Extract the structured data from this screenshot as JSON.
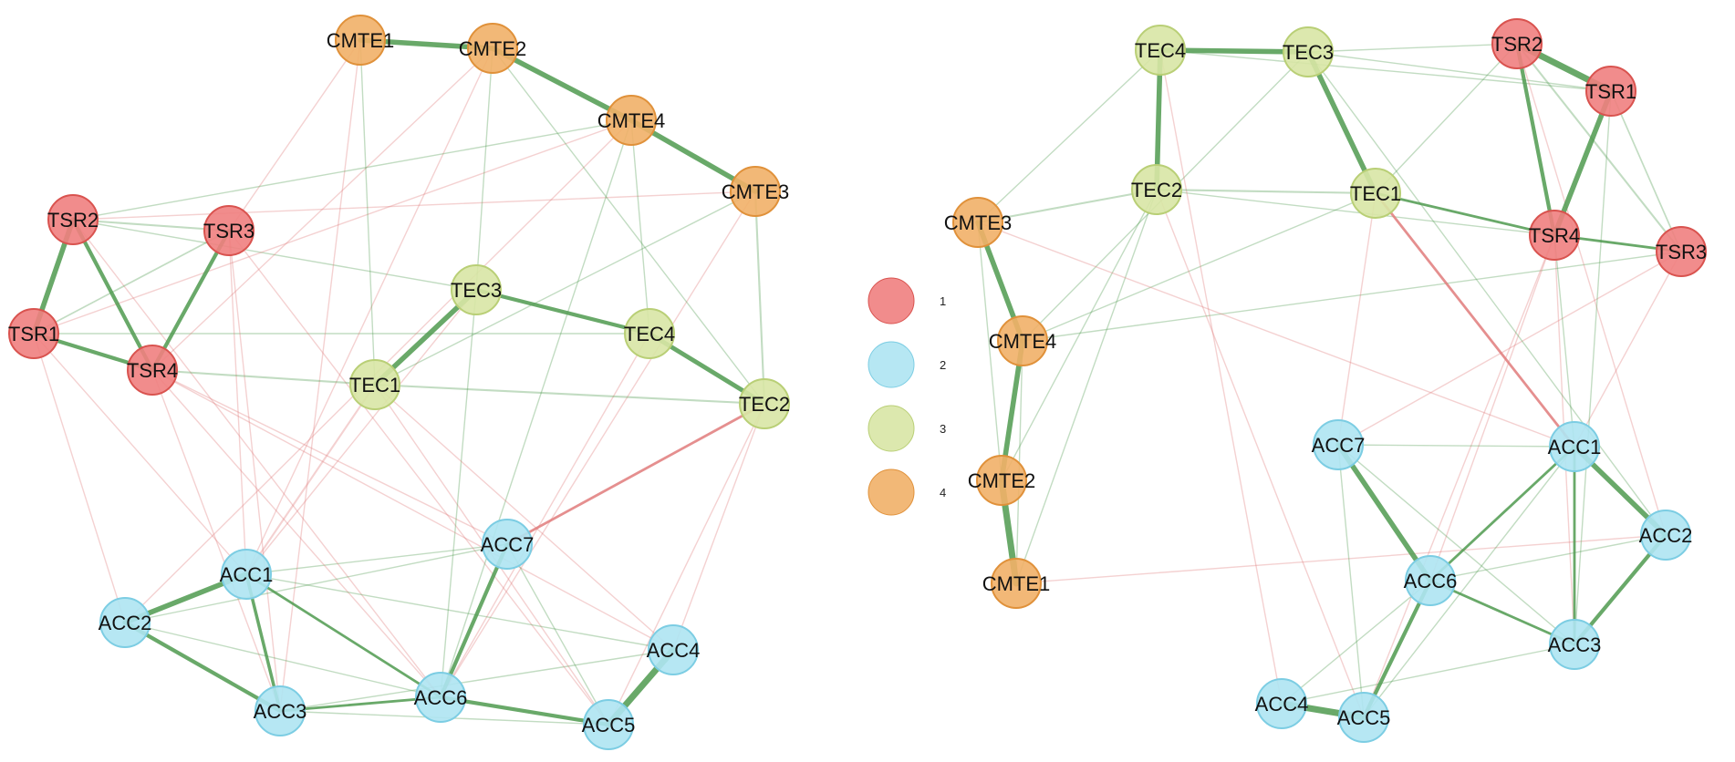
{
  "groups": [
    {
      "id": "1",
      "label": "1",
      "fill": "#f08080",
      "stroke": "#d9534f"
    },
    {
      "id": "2",
      "label": "2",
      "fill": "#aee4f2",
      "stroke": "#7ccde3"
    },
    {
      "id": "3",
      "label": "3",
      "fill": "#d8e6a5",
      "stroke": "#b9cf76"
    },
    {
      "id": "4",
      "label": "4",
      "fill": "#f1b068",
      "stroke": "#e0913a"
    }
  ],
  "colors": {
    "positive_edge": "#4f9a4f",
    "negative_edge": "#e07b7b"
  },
  "networks": [
    {
      "name": "left",
      "nodes": [
        {
          "id": "CMTE1",
          "label": "CMTE1",
          "group": "4"
        },
        {
          "id": "CMTE2",
          "label": "CMTE2",
          "group": "4"
        },
        {
          "id": "CMTE4",
          "label": "CMTE4",
          "group": "4"
        },
        {
          "id": "CMTE3",
          "label": "CMTE3",
          "group": "4"
        },
        {
          "id": "TSR2",
          "label": "TSR2",
          "group": "1"
        },
        {
          "id": "TSR3",
          "label": "TSR3",
          "group": "1"
        },
        {
          "id": "TSR1",
          "label": "TSR1",
          "group": "1"
        },
        {
          "id": "TSR4",
          "label": "TSR4",
          "group": "1"
        },
        {
          "id": "TEC3",
          "label": "TEC3",
          "group": "3"
        },
        {
          "id": "TEC4",
          "label": "TEC4",
          "group": "3"
        },
        {
          "id": "TEC1",
          "label": "TEC1",
          "group": "3"
        },
        {
          "id": "TEC2",
          "label": "TEC2",
          "group": "3"
        },
        {
          "id": "ACC7",
          "label": "ACC7",
          "group": "2"
        },
        {
          "id": "ACC1",
          "label": "ACC1",
          "group": "2"
        },
        {
          "id": "ACC2",
          "label": "ACC2",
          "group": "2"
        },
        {
          "id": "ACC4",
          "label": "ACC4",
          "group": "2"
        },
        {
          "id": "ACC3",
          "label": "ACC3",
          "group": "2"
        },
        {
          "id": "ACC6",
          "label": "ACC6",
          "group": "2"
        },
        {
          "id": "ACC5",
          "label": "ACC5",
          "group": "2"
        }
      ],
      "edges": [
        [
          "CMTE1",
          "CMTE2",
          4,
          "pos"
        ],
        [
          "CMTE2",
          "CMTE4",
          4,
          "pos"
        ],
        [
          "CMTE4",
          "CMTE3",
          4,
          "pos"
        ],
        [
          "TSR2",
          "TSR1",
          4,
          "pos"
        ],
        [
          "TSR2",
          "TSR4",
          3,
          "pos"
        ],
        [
          "TSR1",
          "TSR4",
          3,
          "pos"
        ],
        [
          "TSR3",
          "TSR4",
          3,
          "pos"
        ],
        [
          "TSR2",
          "TSR3",
          1.5,
          "pos"
        ],
        [
          "TSR1",
          "TSR3",
          1.2,
          "pos"
        ],
        [
          "TEC1",
          "TEC3",
          4,
          "pos"
        ],
        [
          "TEC3",
          "TEC4",
          3,
          "pos"
        ],
        [
          "TEC4",
          "TEC2",
          3.5,
          "pos"
        ],
        [
          "TEC1",
          "TEC2",
          1.5,
          "pos"
        ],
        [
          "CMTE3",
          "TEC2",
          1.5,
          "pos"
        ],
        [
          "TSR4",
          "TEC1",
          1.5,
          "pos"
        ],
        [
          "TSR2",
          "TEC3",
          1,
          "pos"
        ],
        [
          "TSR1",
          "TEC4",
          1,
          "pos"
        ],
        [
          "ACC1",
          "ACC2",
          4,
          "pos"
        ],
        [
          "ACC1",
          "ACC3",
          2.5,
          "pos"
        ],
        [
          "ACC2",
          "ACC3",
          3,
          "pos"
        ],
        [
          "ACC3",
          "ACC6",
          2,
          "pos"
        ],
        [
          "ACC6",
          "ACC5",
          3,
          "pos"
        ],
        [
          "ACC5",
          "ACC4",
          5,
          "pos"
        ],
        [
          "ACC7",
          "ACC6",
          3,
          "pos"
        ],
        [
          "ACC1",
          "ACC6",
          2,
          "pos"
        ],
        [
          "ACC3",
          "ACC4",
          1,
          "pos"
        ],
        [
          "ACC3",
          "ACC5",
          1,
          "pos"
        ],
        [
          "ACC1",
          "ACC7",
          1,
          "pos"
        ],
        [
          "TEC2",
          "ACC7",
          2,
          "neg"
        ],
        [
          "TEC1",
          "ACC1",
          1.5,
          "neg"
        ],
        [
          "TSR4",
          "ACC3",
          1,
          "neg"
        ],
        [
          "TSR4",
          "ACC6",
          1,
          "neg"
        ],
        [
          "TSR4",
          "ACC7",
          1,
          "neg"
        ],
        [
          "TSR3",
          "ACC1",
          1,
          "neg"
        ],
        [
          "TSR3",
          "ACC3",
          1,
          "neg"
        ],
        [
          "TSR1",
          "ACC2",
          1,
          "neg"
        ],
        [
          "TSR2",
          "ACC6",
          1,
          "neg"
        ],
        [
          "TEC1",
          "ACC5",
          1,
          "neg"
        ],
        [
          "TEC4",
          "ACC6",
          1,
          "neg"
        ],
        [
          "TEC2",
          "ACC5",
          1,
          "neg"
        ],
        [
          "TEC3",
          "ACC1",
          1,
          "neg"
        ],
        [
          "TSR3",
          "ACC5",
          1,
          "neg"
        ],
        [
          "CMTE2",
          "ACC1",
          1,
          "neg"
        ],
        [
          "CMTE4",
          "ACC2",
          1,
          "neg"
        ],
        [
          "CMTE1",
          "ACC3",
          1,
          "neg"
        ],
        [
          "CMTE3",
          "ACC6",
          1,
          "neg"
        ],
        [
          "CMTE2",
          "TSR4",
          1,
          "neg"
        ],
        [
          "CMTE4",
          "TSR1",
          1,
          "neg"
        ],
        [
          "CMTE1",
          "TSR3",
          1,
          "neg"
        ],
        [
          "CMTE3",
          "TSR2",
          1,
          "neg"
        ],
        [
          "CMTE1",
          "TEC1",
          1,
          "pos"
        ],
        [
          "CMTE2",
          "TEC3",
          1,
          "pos"
        ],
        [
          "CMTE4",
          "TEC4",
          1,
          "pos"
        ],
        [
          "CMTE4",
          "TSR2",
          1,
          "pos"
        ],
        [
          "CMTE3",
          "TEC1",
          1,
          "pos"
        ],
        [
          "CMTE2",
          "TEC2",
          1,
          "pos"
        ],
        [
          "CMTE4",
          "ACC6",
          1,
          "pos"
        ],
        [
          "TEC3",
          "ACC6",
          1,
          "pos"
        ],
        [
          "TSR4",
          "ACC4",
          1,
          "neg"
        ],
        [
          "TEC1",
          "ACC4",
          1,
          "neg"
        ],
        [
          "TSR1",
          "ACC1",
          1,
          "neg"
        ],
        [
          "TEC2",
          "ACC4",
          1,
          "neg"
        ],
        [
          "ACC7",
          "ACC5",
          1,
          "pos"
        ],
        [
          "ACC2",
          "ACC7",
          1,
          "pos"
        ],
        [
          "ACC1",
          "ACC4",
          1,
          "pos"
        ],
        [
          "ACC2",
          "ACC6",
          1,
          "pos"
        ]
      ]
    },
    {
      "name": "right",
      "nodes": [
        {
          "id": "TEC4",
          "label": "TEC4",
          "group": "3"
        },
        {
          "id": "TEC3",
          "label": "TEC3",
          "group": "3"
        },
        {
          "id": "TSR2",
          "label": "TSR2",
          "group": "1"
        },
        {
          "id": "TSR1",
          "label": "TSR1",
          "group": "1"
        },
        {
          "id": "TEC2",
          "label": "TEC2",
          "group": "3"
        },
        {
          "id": "TEC1",
          "label": "TEC1",
          "group": "3"
        },
        {
          "id": "CMTE3",
          "label": "CMTE3",
          "group": "4"
        },
        {
          "id": "TSR4",
          "label": "TSR4",
          "group": "1"
        },
        {
          "id": "TSR3",
          "label": "TSR3",
          "group": "1"
        },
        {
          "id": "CMTE4",
          "label": "CMTE4",
          "group": "4"
        },
        {
          "id": "ACC7",
          "label": "ACC7",
          "group": "2"
        },
        {
          "id": "ACC1",
          "label": "ACC1",
          "group": "2"
        },
        {
          "id": "CMTE2",
          "label": "CMTE2",
          "group": "4"
        },
        {
          "id": "ACC2",
          "label": "ACC2",
          "group": "2"
        },
        {
          "id": "CMTE1",
          "label": "CMTE1",
          "group": "4"
        },
        {
          "id": "ACC6",
          "label": "ACC6",
          "group": "2"
        },
        {
          "id": "ACC3",
          "label": "ACC3",
          "group": "2"
        },
        {
          "id": "ACC4",
          "label": "ACC4",
          "group": "2"
        },
        {
          "id": "ACC5",
          "label": "ACC5",
          "group": "2"
        }
      ],
      "edges": [
        [
          "TEC4",
          "TEC3",
          4,
          "pos"
        ],
        [
          "TEC4",
          "TEC2",
          4,
          "pos"
        ],
        [
          "TEC3",
          "TEC1",
          4,
          "pos"
        ],
        [
          "TEC2",
          "TEC1",
          1.5,
          "pos"
        ],
        [
          "TSR2",
          "TSR1",
          5,
          "pos"
        ],
        [
          "TSR1",
          "TSR4",
          4,
          "pos"
        ],
        [
          "TSR2",
          "TSR4",
          3,
          "pos"
        ],
        [
          "TSR4",
          "TSR3",
          2,
          "pos"
        ],
        [
          "TSR2",
          "TSR3",
          1.5,
          "pos"
        ],
        [
          "TSR1",
          "TSR3",
          1.2,
          "pos"
        ],
        [
          "TEC1",
          "TSR4",
          2,
          "pos"
        ],
        [
          "TEC3",
          "TSR2",
          1,
          "pos"
        ],
        [
          "TEC3",
          "TSR1",
          1,
          "pos"
        ],
        [
          "TEC1",
          "TSR2",
          1,
          "pos"
        ],
        [
          "TEC4",
          "TSR1",
          1,
          "pos"
        ],
        [
          "TEC2",
          "TSR4",
          1,
          "pos"
        ],
        [
          "CMTE3",
          "CMTE4",
          4,
          "pos"
        ],
        [
          "CMTE4",
          "CMTE2",
          4,
          "pos"
        ],
        [
          "CMTE2",
          "CMTE1",
          5,
          "pos"
        ],
        [
          "CMTE3",
          "TEC2",
          1.5,
          "pos"
        ],
        [
          "CMTE3",
          "TEC4",
          1,
          "pos"
        ],
        [
          "CMTE4",
          "TEC3",
          1,
          "pos"
        ],
        [
          "CMTE2",
          "TEC2",
          1,
          "pos"
        ],
        [
          "CMTE1",
          "TEC2",
          1,
          "pos"
        ],
        [
          "CMTE3",
          "CMTE2",
          1,
          "pos"
        ],
        [
          "CMTE4",
          "CMTE1",
          1,
          "pos"
        ],
        [
          "CMTE4",
          "TSR3",
          1,
          "pos"
        ],
        [
          "CMTE4",
          "TEC1",
          1,
          "pos"
        ],
        [
          "TEC1",
          "ACC1",
          2,
          "neg"
        ],
        [
          "CMTE1",
          "ACC2",
          1,
          "neg"
        ],
        [
          "TEC2",
          "ACC5",
          1,
          "neg"
        ],
        [
          "TSR4",
          "ACC6",
          1,
          "neg"
        ],
        [
          "TSR3",
          "ACC7",
          1,
          "neg"
        ],
        [
          "TSR4",
          "ACC5",
          1,
          "neg"
        ],
        [
          "TEC1",
          "ACC7",
          1,
          "neg"
        ],
        [
          "TSR4",
          "ACC3",
          1,
          "neg"
        ],
        [
          "TSR3",
          "ACC1",
          1,
          "neg"
        ],
        [
          "CMTE3",
          "ACC1",
          1,
          "neg"
        ],
        [
          "TEC4",
          "ACC4",
          1,
          "neg"
        ],
        [
          "TSR2",
          "ACC2",
          1,
          "neg"
        ],
        [
          "ACC7",
          "ACC6",
          4,
          "pos"
        ],
        [
          "ACC6",
          "ACC5",
          3,
          "pos"
        ],
        [
          "ACC5",
          "ACC4",
          5,
          "pos"
        ],
        [
          "ACC1",
          "ACC2",
          4,
          "pos"
        ],
        [
          "ACC1",
          "ACC3",
          2,
          "pos"
        ],
        [
          "ACC2",
          "ACC3",
          3,
          "pos"
        ],
        [
          "ACC6",
          "ACC3",
          2,
          "pos"
        ],
        [
          "ACC1",
          "ACC6",
          2,
          "pos"
        ],
        [
          "ACC7",
          "ACC1",
          1,
          "pos"
        ],
        [
          "ACC7",
          "ACC5",
          1,
          "pos"
        ],
        [
          "ACC4",
          "ACC3",
          1,
          "pos"
        ],
        [
          "ACC7",
          "ACC3",
          1,
          "pos"
        ],
        [
          "ACC1",
          "ACC5",
          1,
          "pos"
        ],
        [
          "ACC6",
          "ACC2",
          1,
          "pos"
        ],
        [
          "ACC4",
          "ACC6",
          1,
          "pos"
        ],
        [
          "TSR4",
          "ACC1",
          1,
          "pos"
        ],
        [
          "TEC3",
          "ACC2",
          1,
          "pos"
        ],
        [
          "TSR1",
          "ACC3",
          1,
          "pos"
        ]
      ]
    }
  ]
}
